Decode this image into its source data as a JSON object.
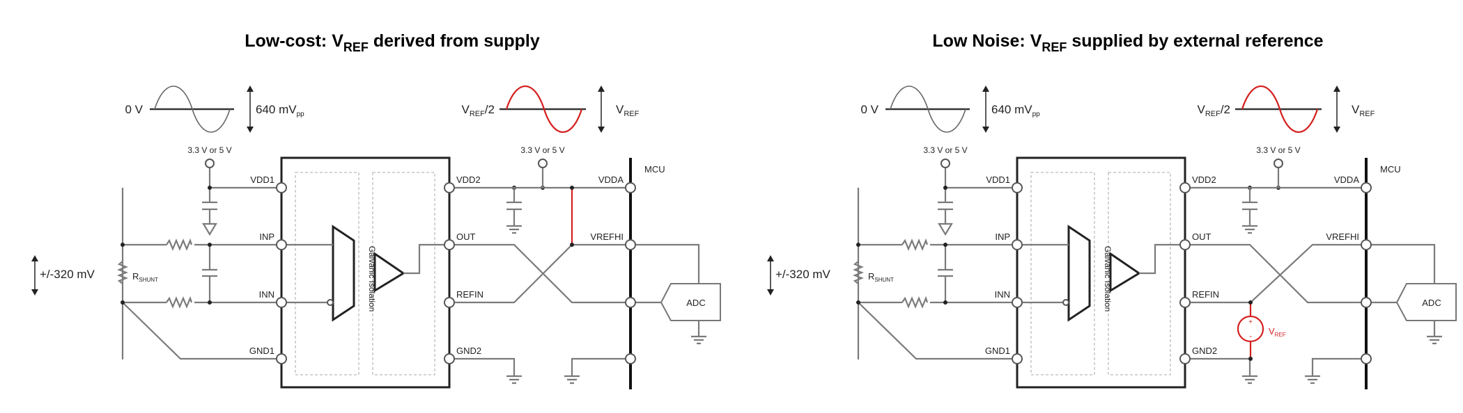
{
  "colors": {
    "wire": "#7a7a7a",
    "highlight": "#d42020",
    "bus": "#222222"
  },
  "panels": [
    {
      "title": {
        "prefix": "Low-cost: V",
        "sub": "REF",
        "suffix": " derived from supply"
      },
      "input_wave": {
        "level": "0 V",
        "amplitude": "640 mV",
        "amplitude_sub": "pp"
      },
      "output_wave": {
        "level_prefix": "V",
        "level_sub": "REF",
        "level_suffix": "/2",
        "amplitude": "V",
        "amplitude_sub": "REF"
      },
      "supply_left": "3.3 V or 5 V",
      "supply_right": "3.3 V or 5 V",
      "input_range": "+/-320 mV",
      "shunt": {
        "label": "R",
        "sub": "SHUNT"
      },
      "pins_left": [
        "VDD1",
        "INP",
        "INN",
        "GND1"
      ],
      "pins_right": [
        "VDD2",
        "OUT",
        "REFIN",
        "GND2"
      ],
      "mcu": {
        "label": "MCU",
        "pins": [
          "VDDA",
          "VREFHI"
        ],
        "adc": "ADC"
      },
      "isolation": "Galvanic Isolation",
      "vref_path": "supply"
    },
    {
      "title": {
        "prefix": "Low Noise: V",
        "sub": "REF",
        "suffix": " supplied by external reference"
      },
      "input_wave": {
        "level": "0 V",
        "amplitude": "640 mV",
        "amplitude_sub": "pp"
      },
      "output_wave": {
        "level_prefix": "V",
        "level_sub": "REF",
        "level_suffix": "/2",
        "amplitude": "V",
        "amplitude_sub": "REF"
      },
      "supply_left": "3.3 V or 5 V",
      "supply_right": "3.3 V or 5 V",
      "input_range": "+/-320 mV",
      "shunt": {
        "label": "R",
        "sub": "SHUNT"
      },
      "pins_left": [
        "VDD1",
        "INP",
        "INN",
        "GND1"
      ],
      "pins_right": [
        "VDD2",
        "OUT",
        "REFIN",
        "GND2"
      ],
      "mcu": {
        "label": "MCU",
        "pins": [
          "VDDA",
          "VREFHI"
        ],
        "adc": "ADC"
      },
      "isolation": "Galvanic Isolation",
      "vref_path": "external",
      "vref_source": {
        "label": "V",
        "sub": "REF",
        "plus": "+",
        "minus": "-"
      }
    }
  ]
}
